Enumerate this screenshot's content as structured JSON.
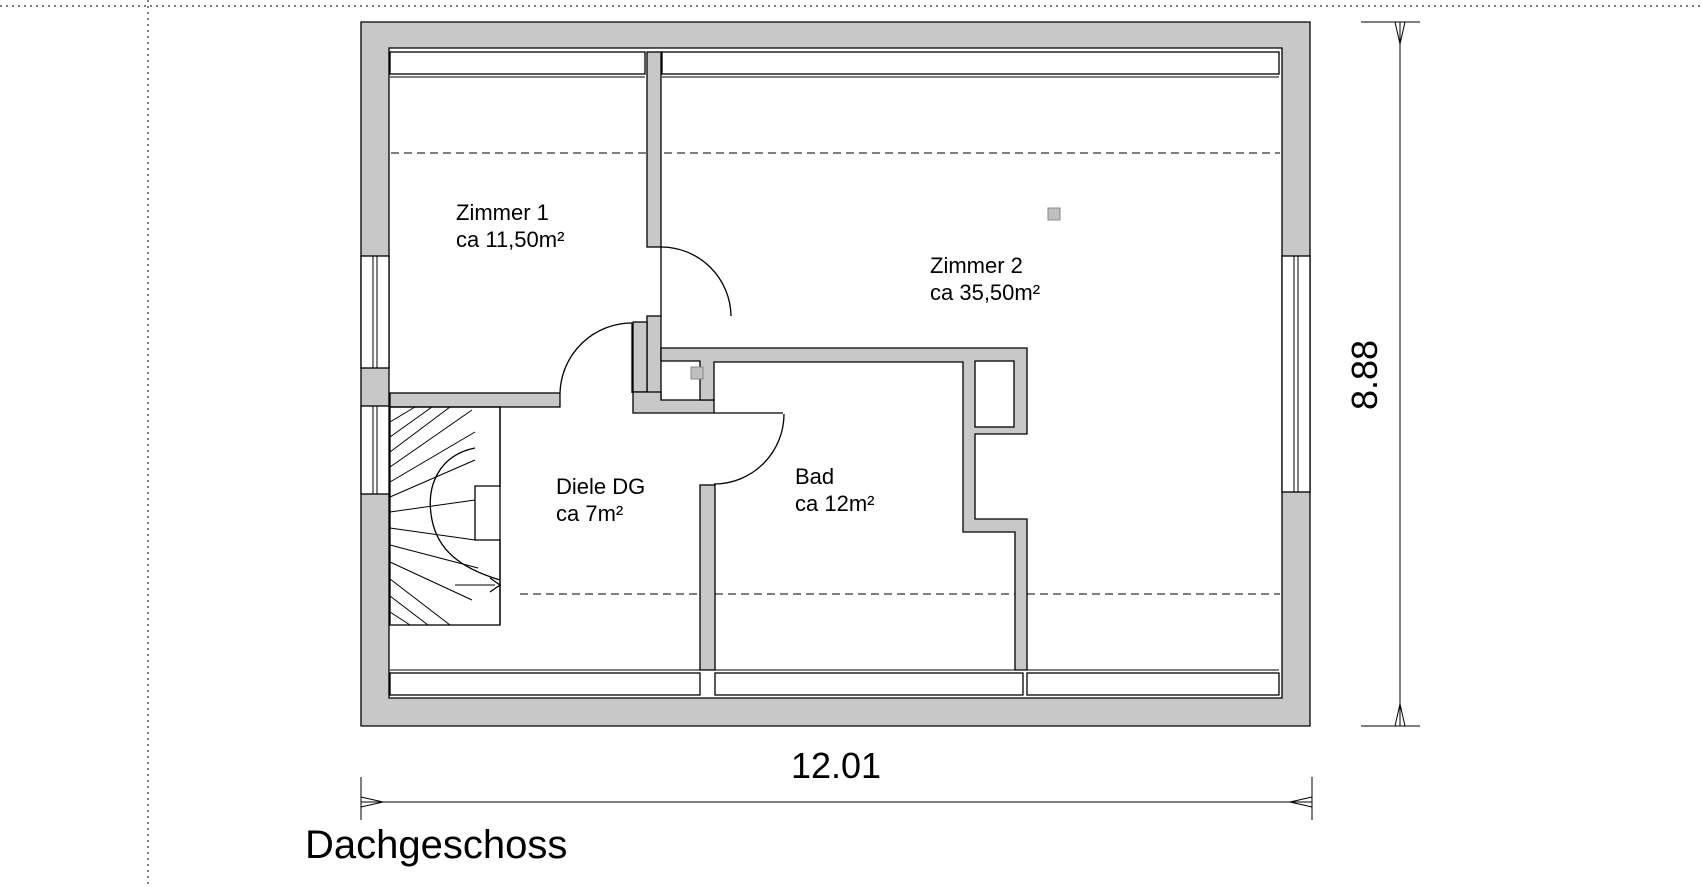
{
  "plan": {
    "title": "Dachgeschoss",
    "dimensions": {
      "width": "12.01",
      "height": "8.88"
    },
    "rooms": [
      {
        "name": "Zimmer 1",
        "area": "ca 11,50m²"
      },
      {
        "name": "Zimmer 2",
        "area": "ca 35,50m²"
      },
      {
        "name": "Diele DG",
        "area": "ca 7m²"
      },
      {
        "name": "Bad",
        "area": "ca 12m²"
      }
    ]
  },
  "colors": {
    "wall_fill": "#c8c8c8",
    "outline": "#000000",
    "background": "#ffffff"
  }
}
